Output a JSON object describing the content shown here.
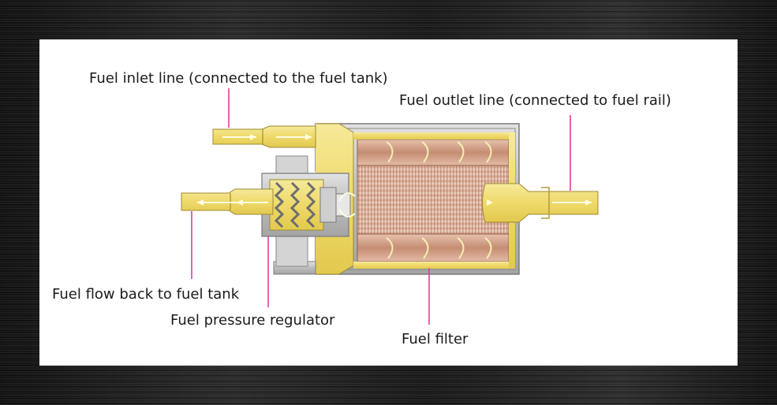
{
  "labels": {
    "inlet": "Fuel inlet line (connected to the fuel tank)",
    "outlet": "Fuel outlet line (connected to fuel rail)",
    "return_flow": "Fuel flow back to fuel tank",
    "regulator": "Fuel pressure regulator",
    "filter": "Fuel filter"
  },
  "colors": {
    "background": "#1f1f1f",
    "panel": "#ffffff",
    "fuel": "#efe07c",
    "housing": "#b9b9b9",
    "filter_element": "#c98f78",
    "leader": "#e0409a",
    "flow_arrow": "#fffde0"
  }
}
